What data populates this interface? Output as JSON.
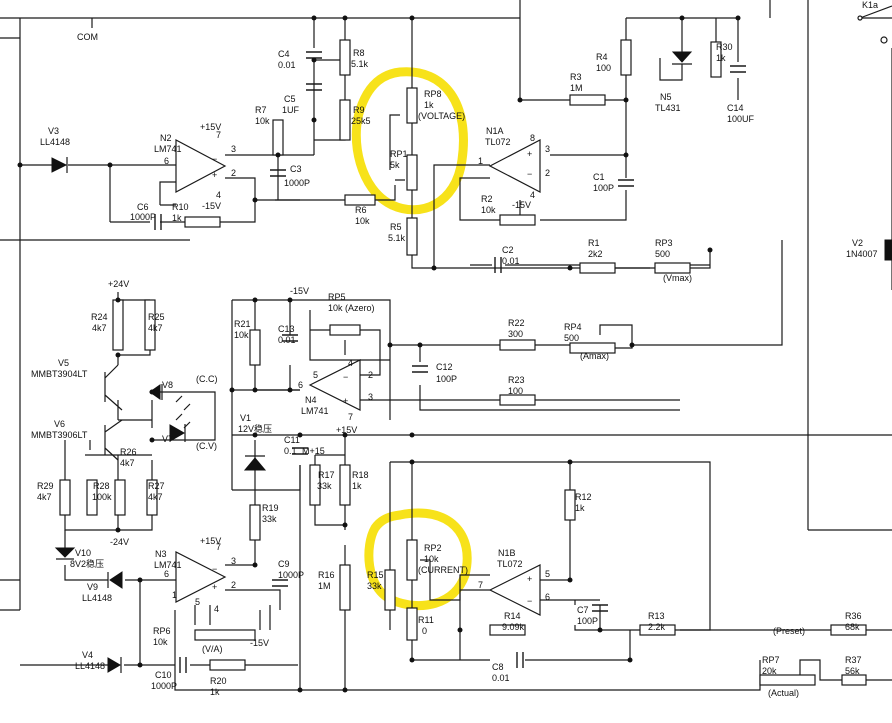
{
  "labels": {
    "com": "COM",
    "k1a": "K1a",
    "c4": "C4",
    "c4v": "0.01",
    "r8": "R8",
    "r8v": "5.1k",
    "c5": "C5",
    "c5v": "1UF",
    "r7": "R7",
    "r7v": "10k",
    "r9": "R9",
    "r9v": "25k5",
    "rp8": "RP8",
    "rp8v": "1k",
    "rp8n": "(VOLTAGE)",
    "rp1": "RP1",
    "rp1v": "5k",
    "r5": "R5",
    "r5v": "5.1k",
    "r6": "R6",
    "r6v": "10k",
    "r4": "R4",
    "r4v": "100",
    "r3": "R3",
    "r3v": "1M",
    "n1a": "N1A",
    "tl072a": "TL072",
    "n5": "N5",
    "tl431": "TL431",
    "r30": "R30",
    "r30v": "1k",
    "c14": "C14",
    "c14v": "100UF",
    "c1": "C1",
    "c1v": "100P",
    "r2": "R2",
    "r2v": "10k",
    "v15m_a": "-15V",
    "c2": "C2",
    "c2v": "0.01",
    "r1": "R1",
    "r1v": "2k2",
    "rp3": "RP3",
    "rp3v": "500",
    "rp3n": "(Vmax)",
    "v2": "V2",
    "v2v": "1N4007",
    "v3": "V3",
    "v3v": "LL4148",
    "n2": "N2",
    "lm741a": "LM741",
    "v15p_n2": "+15V",
    "v15m_n2": "-15V",
    "c3": "C3",
    "c3v": "1000P",
    "c6": "C6",
    "c6v": "1000P",
    "r10": "R10",
    "r10v": "1k",
    "v24p": "+24V",
    "r24": "R24",
    "r24v": "4k7",
    "r25": "R25",
    "r25v": "4k7",
    "v5": "V5",
    "v5v": "MMBT3904LT",
    "v6": "V6",
    "v6v": "MMBT3906LT",
    "v8": "V8",
    "cc": "(C.C)",
    "v7": "V7",
    "cv": "(C.V)",
    "r26": "R26",
    "r26v": "4k7",
    "r29": "R29",
    "r29v": "4k7",
    "r28": "R28",
    "r28v": "100k",
    "r27": "R27",
    "r27v": "4k7",
    "v24m": "-24V",
    "v10": "V10",
    "v10v": "8V2稳压",
    "v9": "V9",
    "v9v": "LL4148",
    "v4": "V4",
    "v4v": "LL4148",
    "v15m_rp5": "-15V",
    "rp5": "RP5",
    "rp5v": "10k (Azero)",
    "r21": "R21",
    "r21v": "10k",
    "c13": "C13",
    "c13v": "0.01",
    "n4": "N4",
    "lm741b": "LM741",
    "v1": "V1",
    "v1v": "12V稳压",
    "c11": "C11",
    "c11v": "0.1",
    "v15p_c11": "M+15",
    "v15p_n4": "+15V",
    "c12": "C12",
    "c12v": "100P",
    "r22": "R22",
    "r22v": "300",
    "rp4": "RP4",
    "rp4v": "500",
    "rp4n": "(Amax)",
    "r23": "R23",
    "r23v": "100",
    "r17": "R17",
    "r17v": "33k",
    "r18": "R18",
    "r18v": "1k",
    "r19": "R19",
    "r19v": "33k",
    "r16": "R16",
    "r16v": "1M",
    "rp2": "RP2",
    "rp2v": "10k",
    "rp2n": "(CURRENT)",
    "r15": "R15",
    "r15v": "33k",
    "r11": "R11",
    "r11v": "0",
    "n1b": "N1B",
    "tl072b": "TL072",
    "r12": "R12",
    "r12v": "1k",
    "r14": "R14",
    "r14v": "9.09k",
    "c7": "C7",
    "c7v": "100P",
    "r13": "R13",
    "r13v": "2.2k",
    "c8": "C8",
    "c8v": "0.01",
    "n3": "N3",
    "lm741c": "LM741",
    "v15p_n3": "+15V",
    "v15m_n3": "-15V",
    "c9": "C9",
    "c9v": "1000P",
    "rp6": "RP6",
    "rp6v": "10k",
    "rp6n": "(V/A)",
    "c10": "C10",
    "c10v": "1000P",
    "r20": "R20",
    "r20v": "1k",
    "preset": "(Preset)",
    "r36": "R36",
    "r36v": "68k",
    "rp7": "RP7",
    "rp7v": "20k",
    "rp7n": "(Actual)",
    "r37": "R37",
    "r37v": "56k",
    "pin_plus": "+",
    "pin_minus": "−",
    "p1": "1",
    "p2": "2",
    "p3": "3",
    "p4": "4",
    "p5": "5",
    "p6": "6",
    "p7": "7",
    "p8": "8"
  },
  "highlight_color": "#f7e21a"
}
